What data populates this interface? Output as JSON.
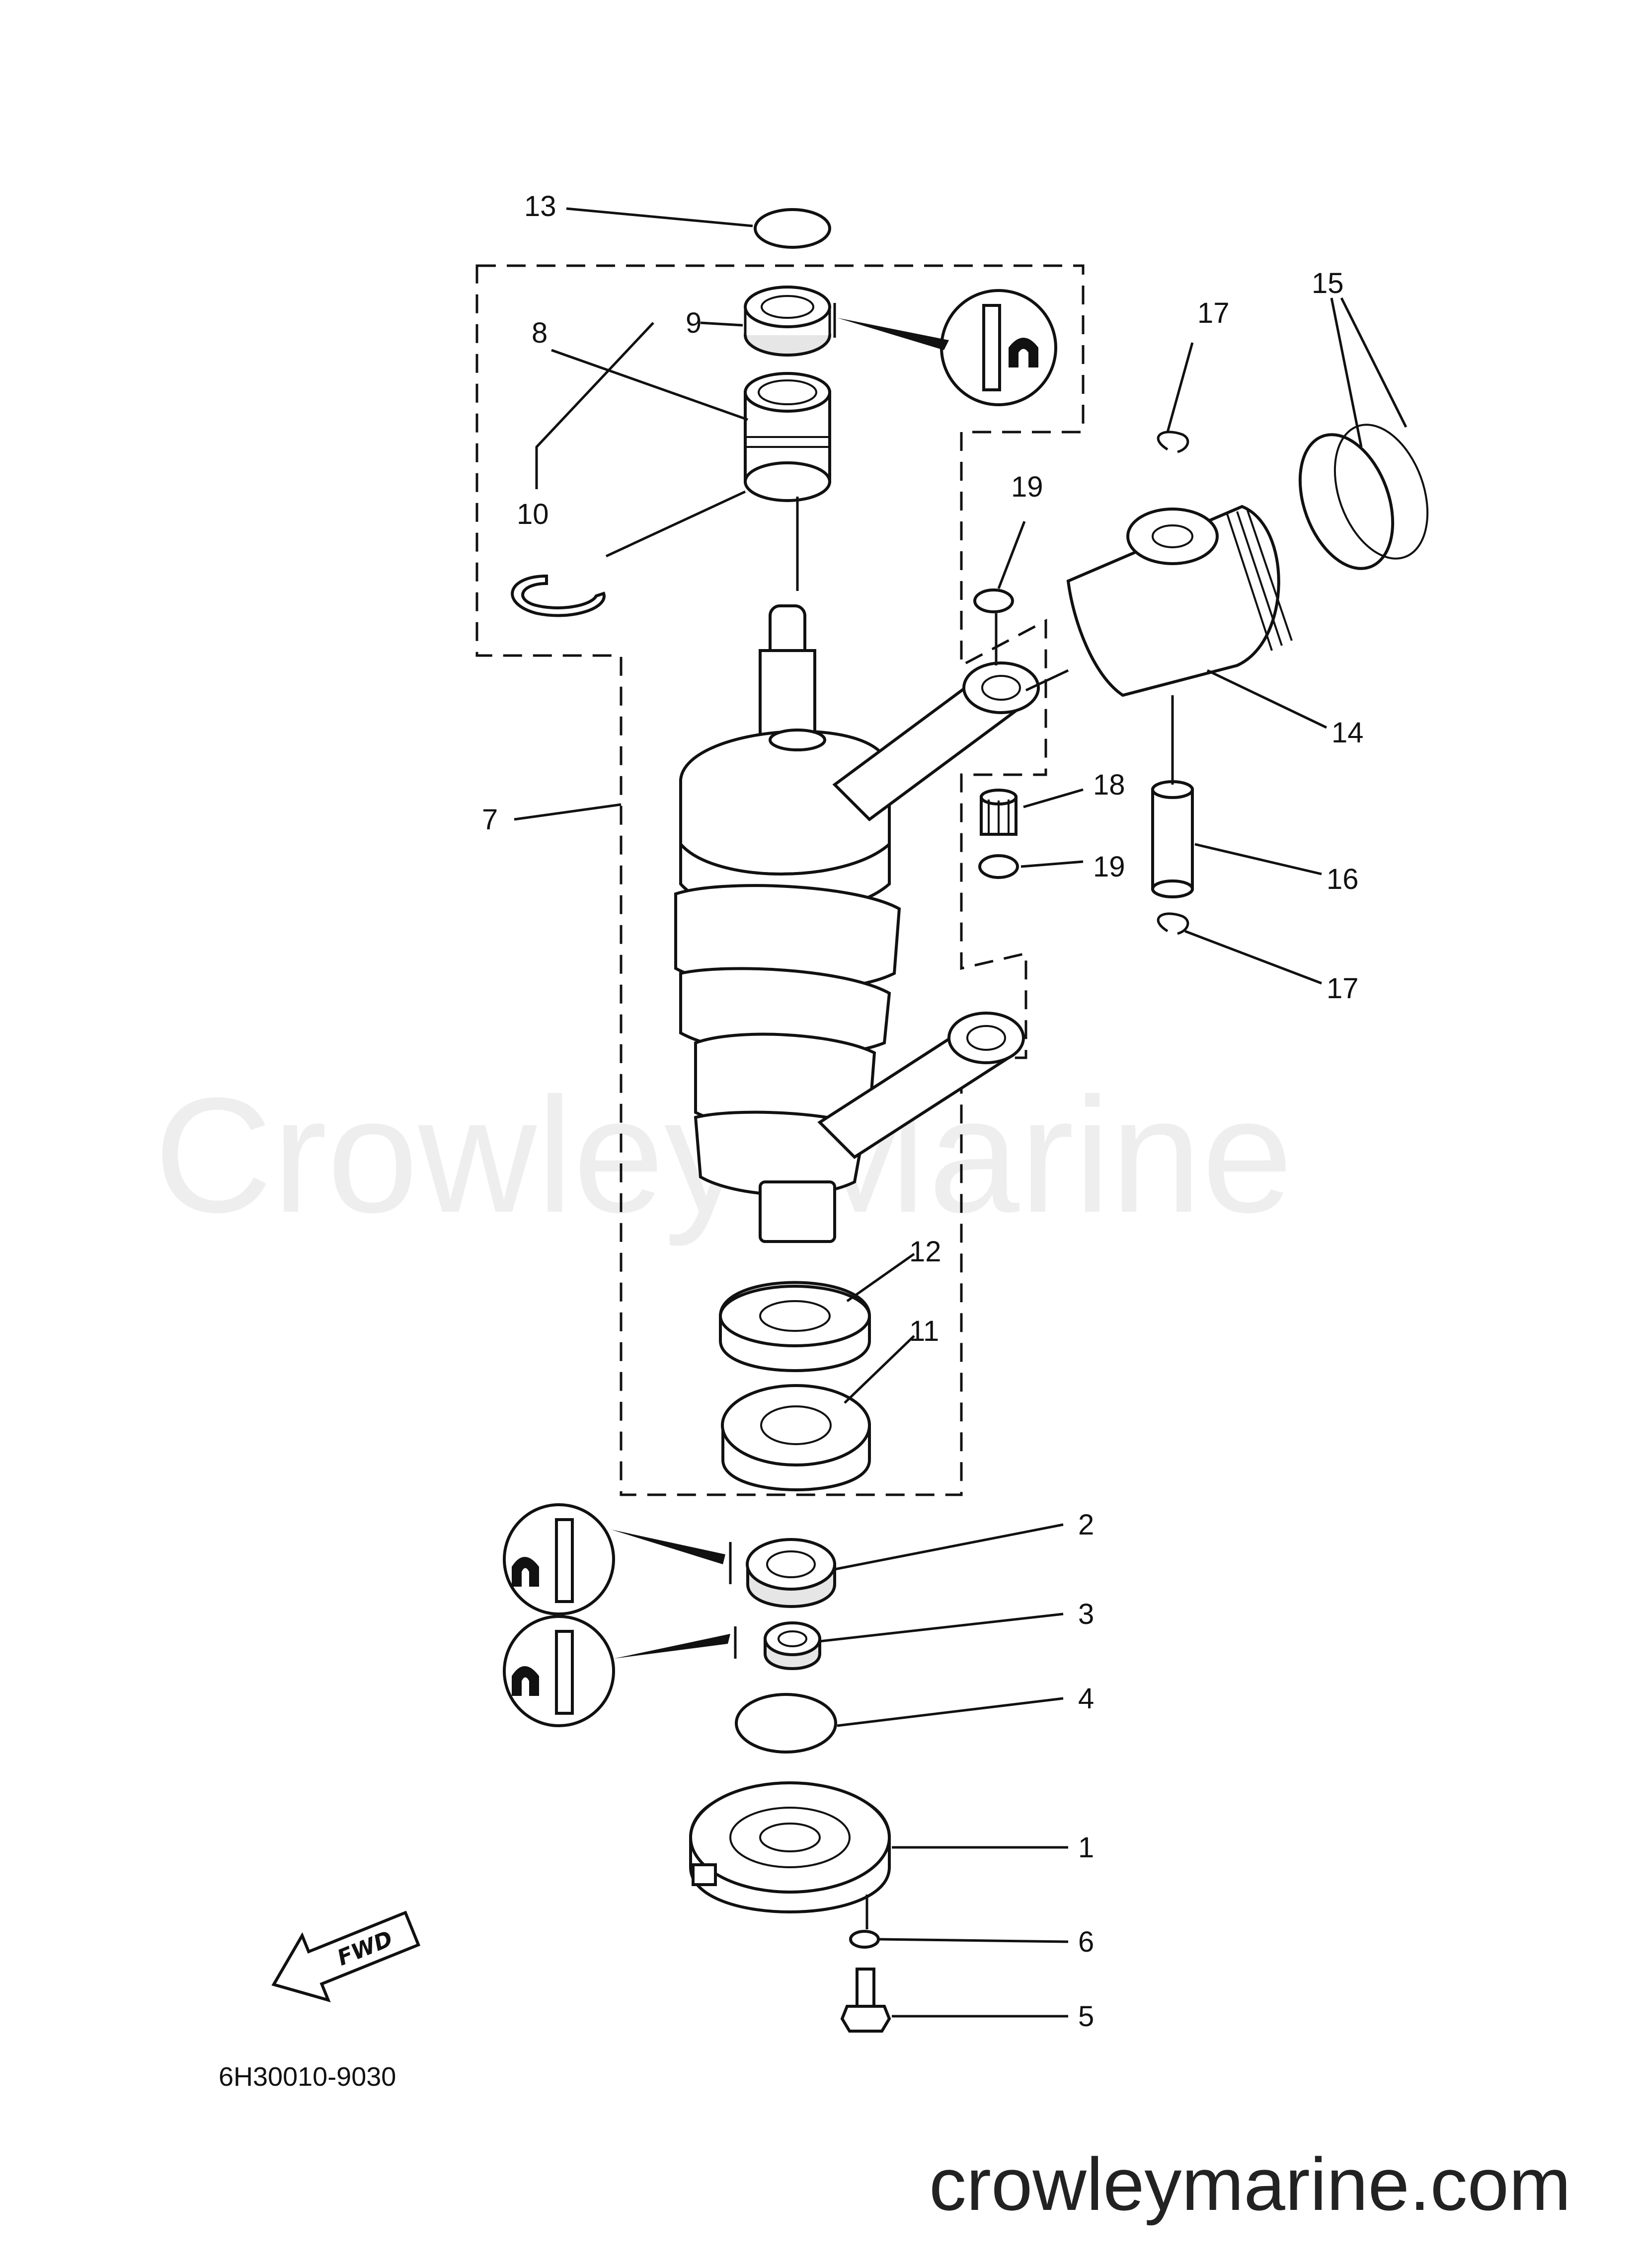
{
  "callouts": [
    "1",
    "2",
    "3",
    "4",
    "5",
    "6",
    "7",
    "8",
    "9",
    "10",
    "11",
    "12",
    "13",
    "14",
    "15",
    "16",
    "17",
    "17",
    "18",
    "19",
    "19"
  ],
  "diagram_code": "6H30010-9030",
  "fwd_label": "FWD",
  "watermark": "Crowley Marine",
  "site": "crowleymarine.com",
  "colors": {
    "line": "#111111",
    "watermark": "#eeeeee",
    "background": "#ffffff"
  },
  "icons": [
    "grease-applicator-icon",
    "fwd-arrow-icon"
  ]
}
